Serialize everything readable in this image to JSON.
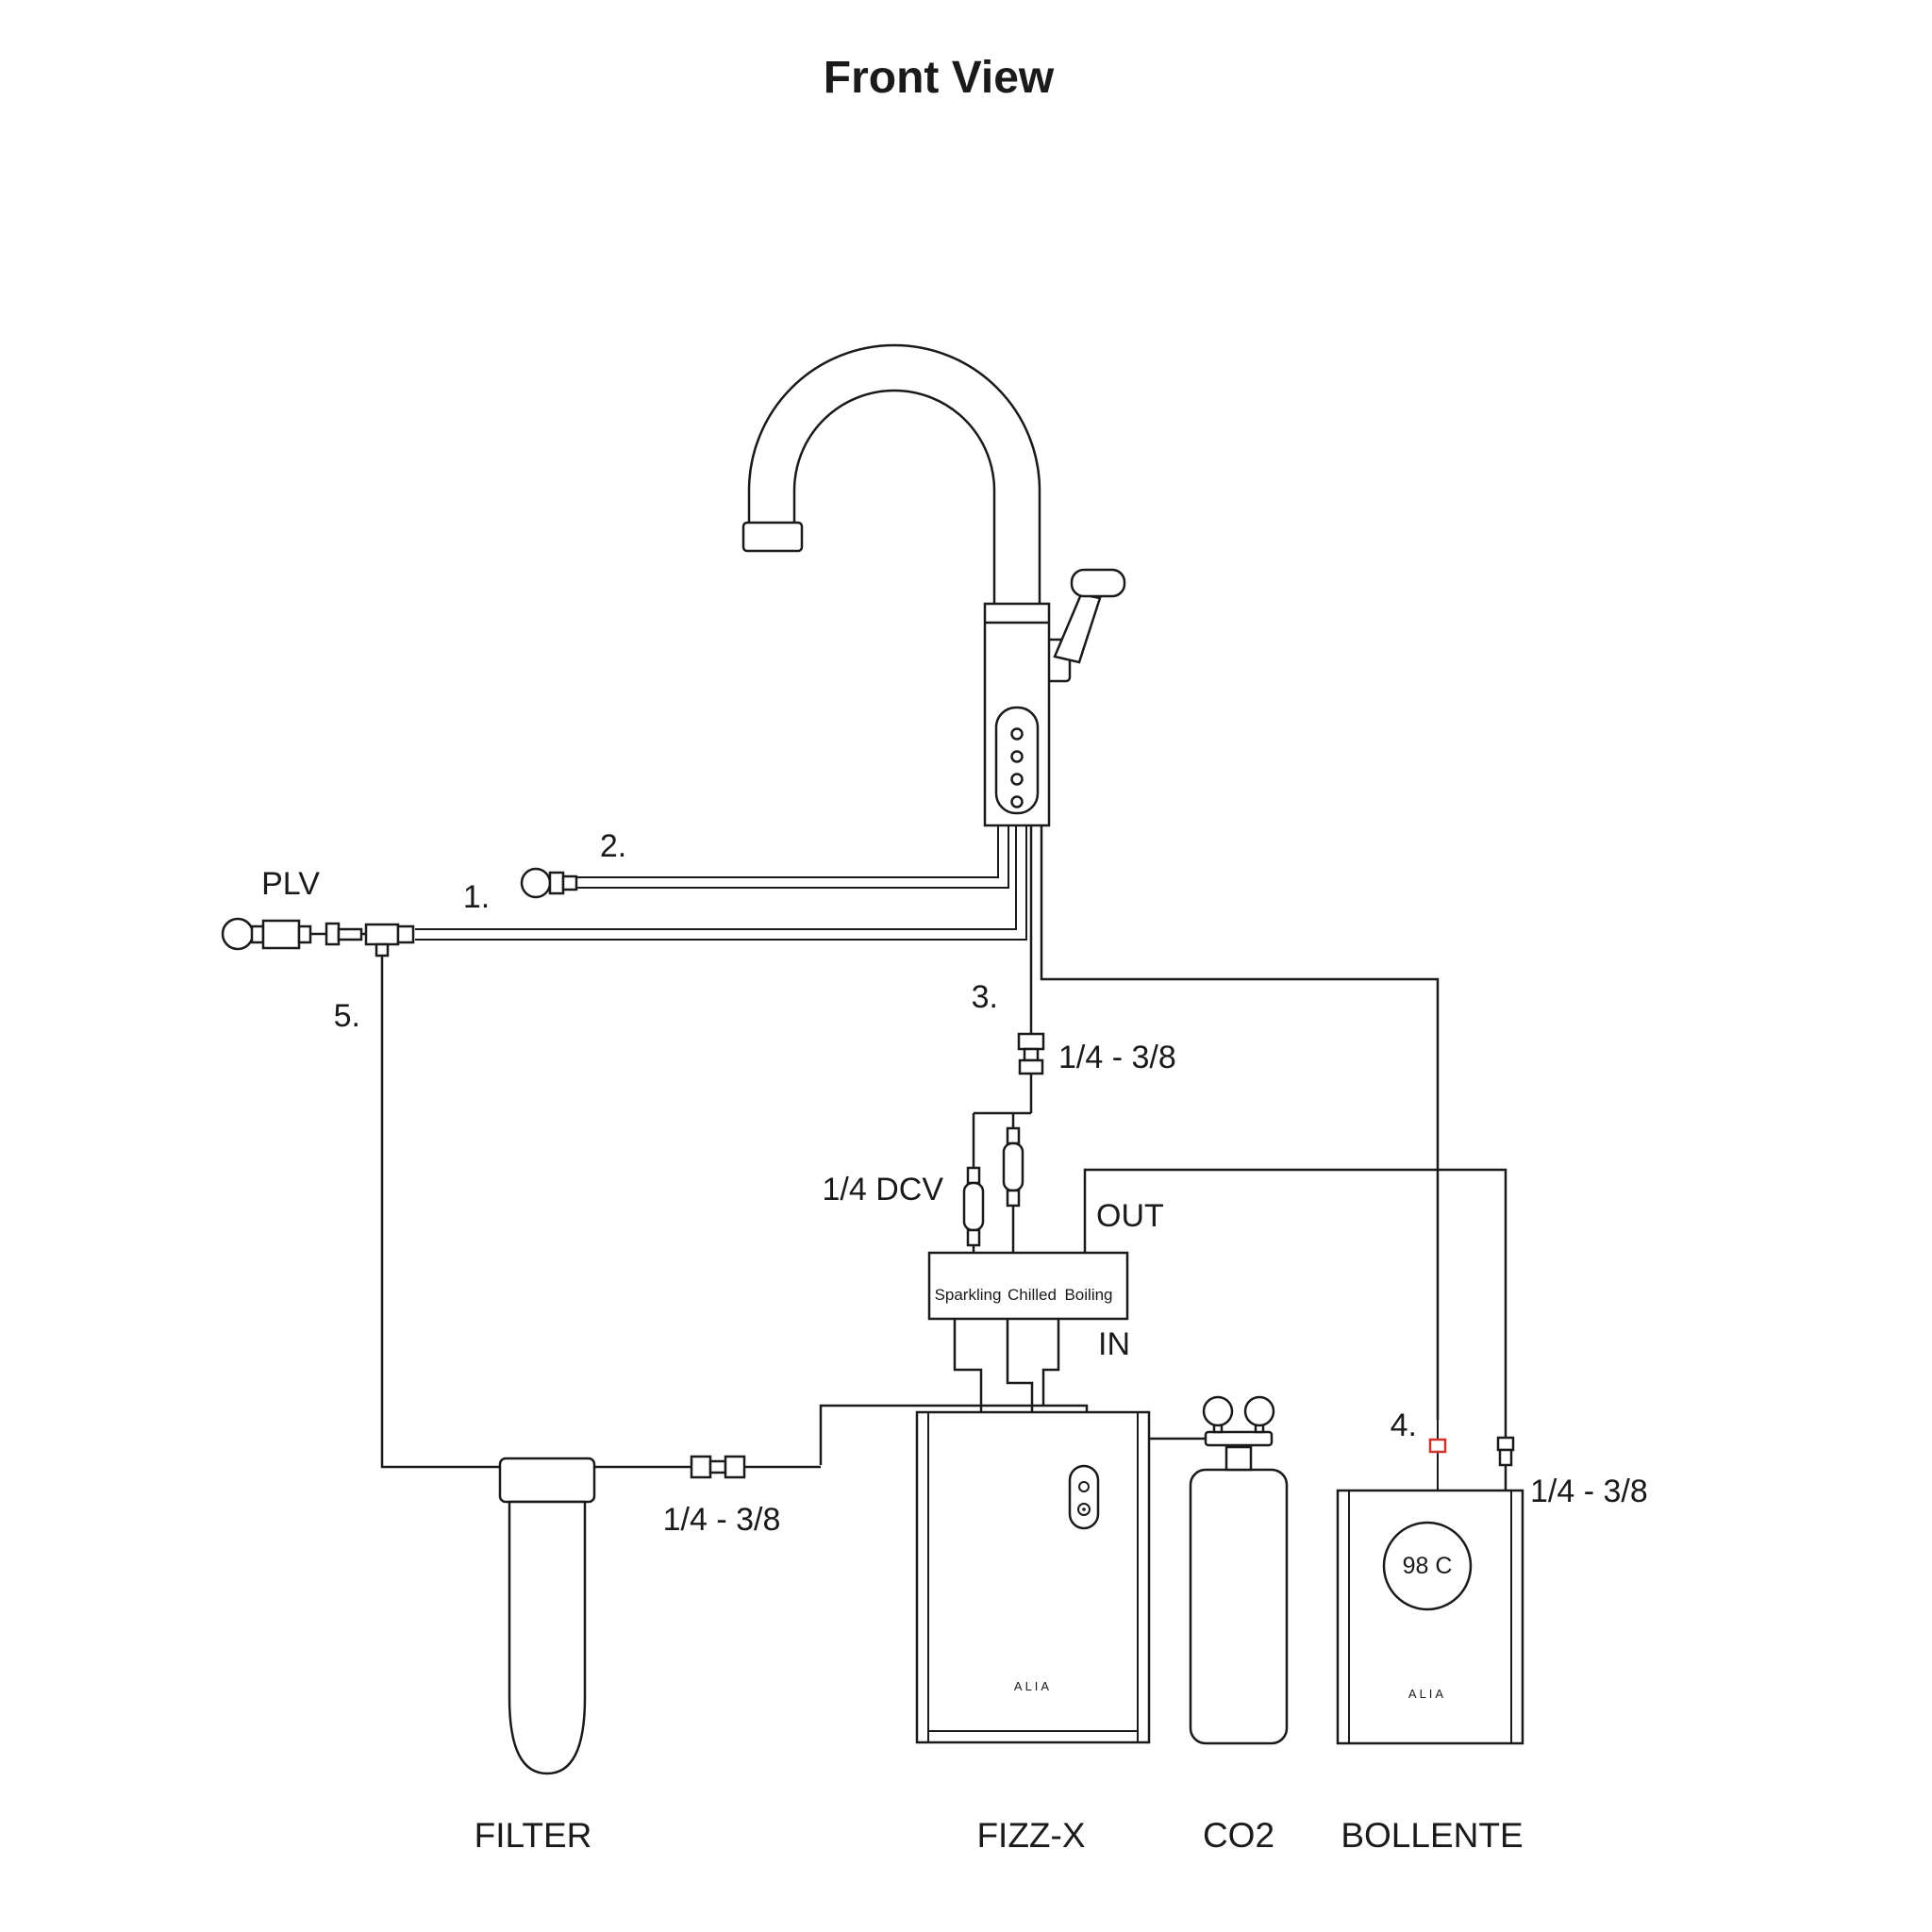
{
  "title": "Front View",
  "colors": {
    "line": "#1a1a1a",
    "hot_line": "#d0342c",
    "cold_line": "#2d3a8c"
  },
  "callouts": {
    "n1": "1.",
    "n2": "2.",
    "n3": "3.",
    "n4": "4.",
    "n5": "5."
  },
  "labels": {
    "plv": "PLV",
    "reducer_faucet": "1/4 - 3/8",
    "dcv": "1/4 DCV",
    "out": "OUT",
    "in": "IN",
    "reducer_filter": "1/4 - 3/8",
    "reducer_bollente": "1/4 - 3/8",
    "boiler_temp": "98 C"
  },
  "manifold": {
    "ports": [
      "Sparkling",
      "Chilled",
      "Boiling"
    ]
  },
  "components": {
    "filter": "FILTER",
    "fizzx": "FIZZ-X",
    "co2": "CO2",
    "bollente": "BOLLENTE"
  },
  "brand": {
    "fizzx": "ALIA",
    "bollente": "ALIA"
  }
}
